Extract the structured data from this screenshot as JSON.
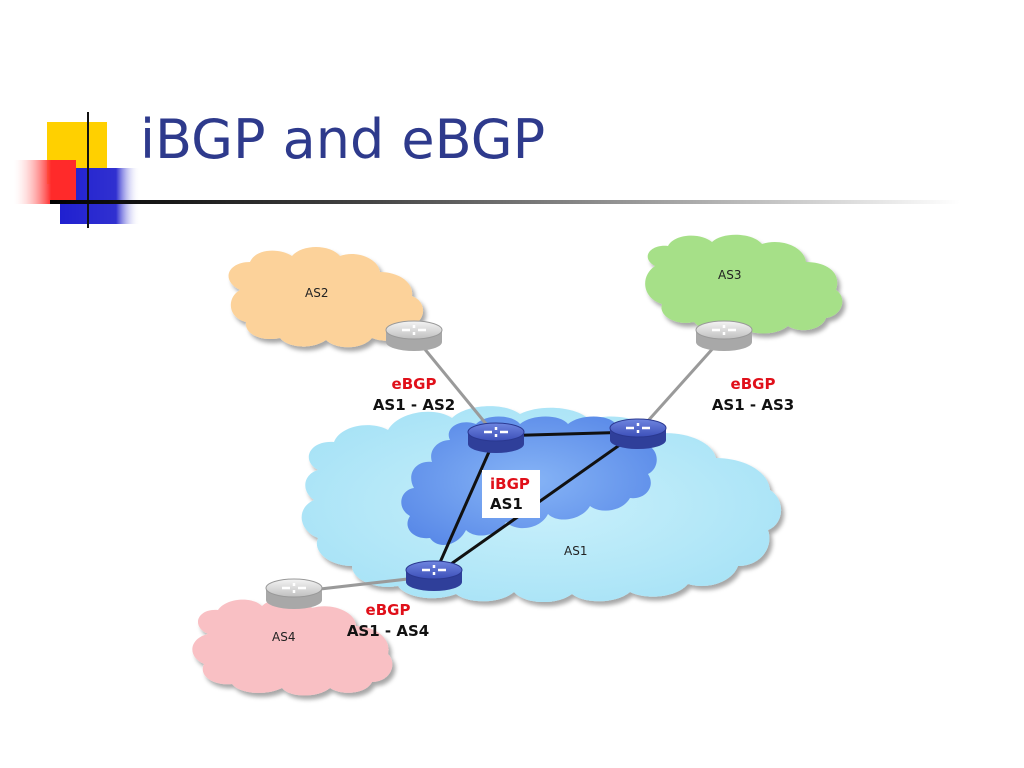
{
  "slide": {
    "title": "iBGP and eBGP"
  },
  "clouds": {
    "as1": "AS1",
    "as2": "AS2",
    "as3": "AS3",
    "as4": "AS4"
  },
  "links": {
    "ebgp_as2": {
      "type": "eBGP",
      "pair": "AS1 - AS2"
    },
    "ebgp_as3": {
      "type": "eBGP",
      "pair": "AS1 - AS3"
    },
    "ebgp_as4": {
      "type": "eBGP",
      "pair": "AS1 - AS4"
    },
    "ibgp": {
      "type": "iBGP",
      "pair": "AS1"
    }
  },
  "colors": {
    "title": "#2e3a8c",
    "as1_outer": "#b3e8f8",
    "as1_inner": "#6e9ef0",
    "as2": "#fcd29a",
    "as3": "#a6e088",
    "as4": "#f9c0c4",
    "ebgp_text": "#e0101a",
    "router_core": "#4a5fc8",
    "router_edge": "#c8c8c8"
  }
}
